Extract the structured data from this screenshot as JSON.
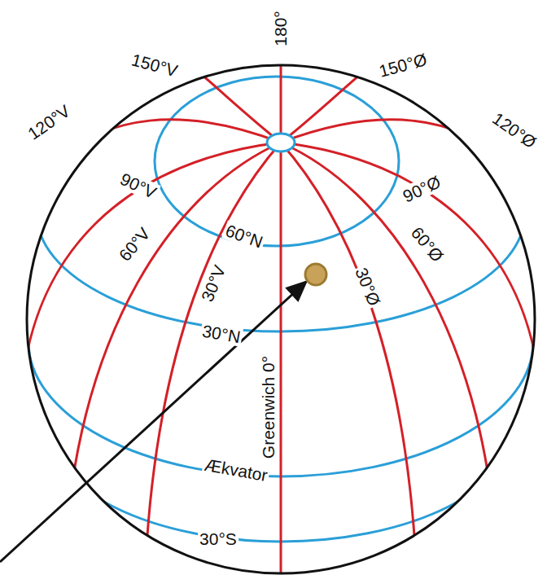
{
  "diagram": {
    "labels": [
      "180°",
      "150°V",
      "150°Ø",
      "120°V",
      "120°Ø",
      "90°V",
      "90°Ø",
      "60°V",
      "60°Ø",
      "30°V",
      "30°Ø",
      "60°N",
      "30°N",
      "Greenwich 0°",
      "Ækvator",
      "30°S"
    ]
  }
}
